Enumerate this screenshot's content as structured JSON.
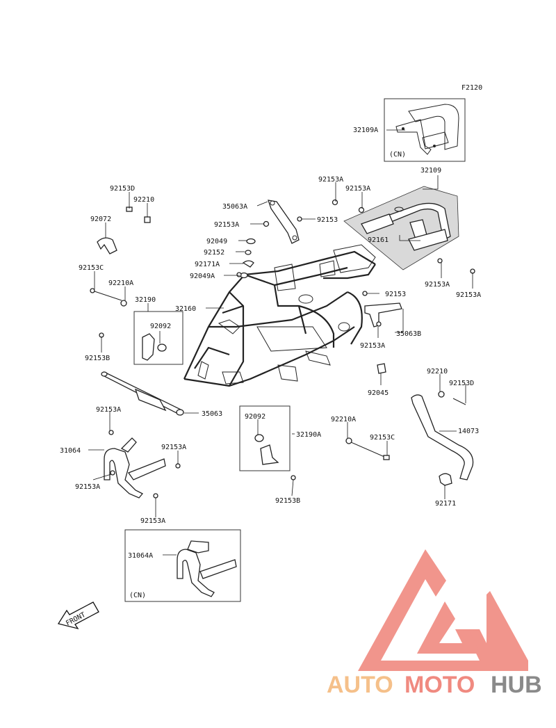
{
  "figure_code": "F2120",
  "variant_note": "(CN)",
  "front_label": "FRONT",
  "brand": {
    "part1": "AUTO",
    "part2": "MOTO",
    "part3": "HUB",
    "colors": {
      "auto": "#f5c08a",
      "moto": "#f08a80",
      "hub": "#8a8a8a",
      "logo": "#f08a80"
    }
  },
  "labels": [
    "32109A",
    "32109",
    "92153A",
    "92153A",
    "92153D",
    "92210",
    "35063A",
    "92072",
    "92153A",
    "92153",
    "92049",
    "92152",
    "92161",
    "92171A",
    "92153C",
    "92049A",
    "92153A",
    "92153A",
    "92210A",
    "92153",
    "32190",
    "32160",
    "92092",
    "35063B",
    "92153A",
    "92153B",
    "92045",
    "92210",
    "92153D",
    "92092",
    "92153A",
    "35063",
    "32190A",
    "92210A",
    "14073",
    "92153C",
    "31064",
    "92153A",
    "92153A",
    "92153B",
    "92171",
    "92153A",
    "31064A"
  ]
}
